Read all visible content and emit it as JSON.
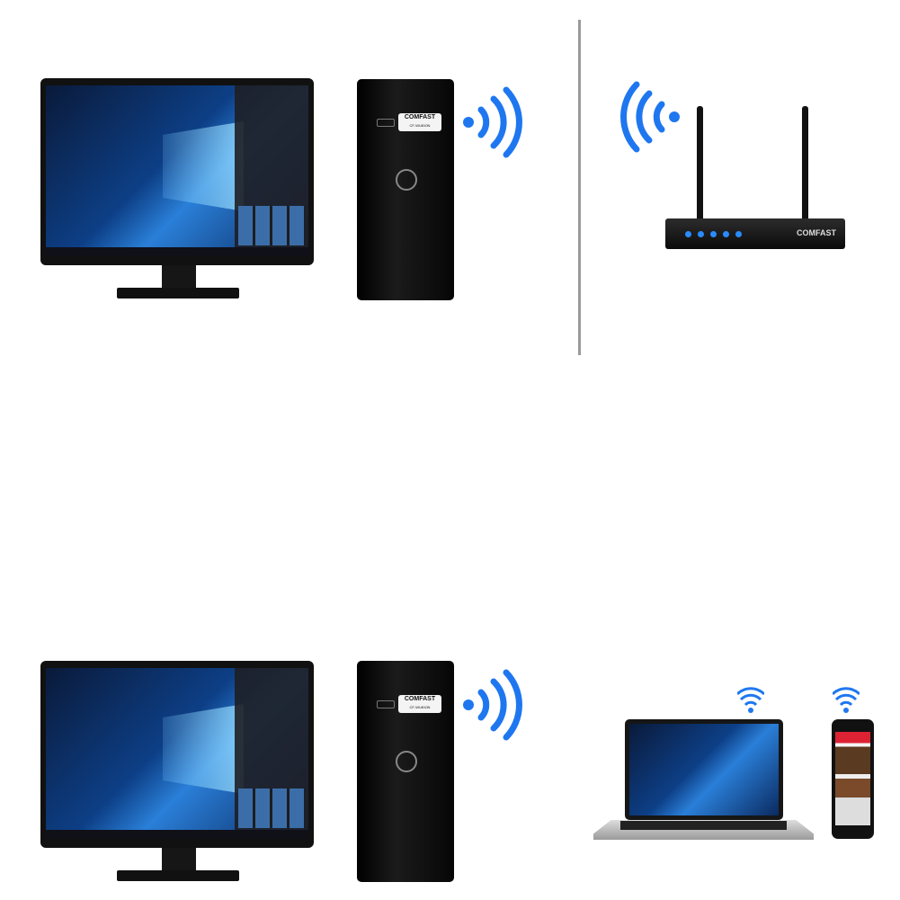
{
  "brand": {
    "name": "COMFAST",
    "model": "CF-WU810N"
  },
  "colors": {
    "wifi": "#1f77f0",
    "device": "#111111",
    "divider": "#9a9a9a"
  },
  "scenes": [
    {
      "name": "adapter-to-router",
      "icons": [
        "monitor-icon",
        "pc-tower-icon",
        "wifi-waves-icon",
        "router-icon"
      ]
    },
    {
      "name": "adapter-as-hotspot",
      "icons": [
        "monitor-icon",
        "pc-tower-icon",
        "wifi-waves-icon",
        "laptop-icon",
        "smartphone-icon"
      ]
    }
  ]
}
